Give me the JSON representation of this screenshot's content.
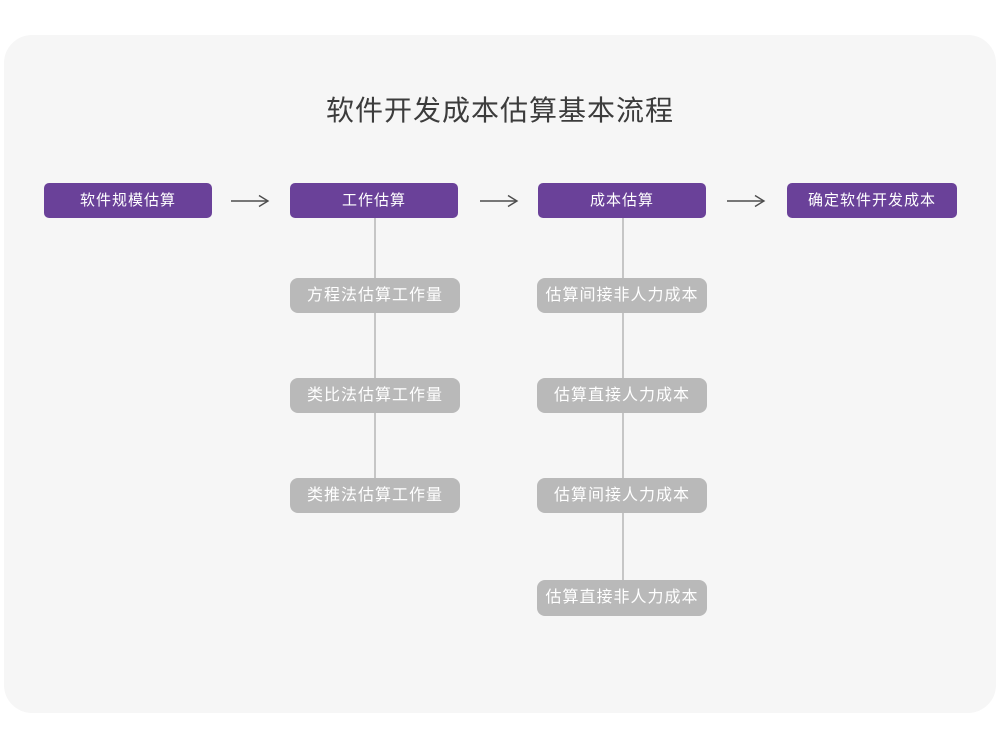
{
  "title": "软件开发成本估算基本流程",
  "colors": {
    "page_bg": "#ffffff",
    "card_bg": "#f6f6f6",
    "primary_node": "#6a4199",
    "sub_node": "#b9b9b9",
    "connector": "#c6c6c6",
    "arrow": "#4d4d4d",
    "title_text": "#3c3c3c",
    "node_text": "#ffffff"
  },
  "flow": {
    "main": [
      {
        "label": "软件规模估算"
      },
      {
        "label": "工作估算"
      },
      {
        "label": "成本估算"
      },
      {
        "label": "确定软件开发成本"
      }
    ],
    "work_sub": [
      "方程法估算工作量",
      "类比法估算工作量",
      "类推法估算工作量"
    ],
    "cost_sub": [
      "估算间接非人力成本",
      "估算直接人力成本",
      "估算间接人力成本",
      "估算直接非人力成本"
    ]
  }
}
